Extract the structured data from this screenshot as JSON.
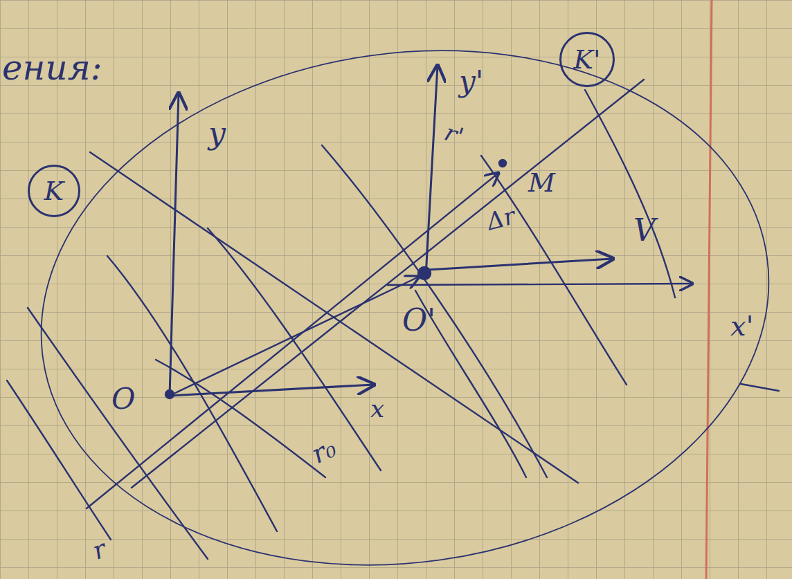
{
  "diagram": {
    "nodes": [
      {
        "text": [
          "K"
        ]
      },
      {
        "text": [
          "K'"
        ]
      }
    ],
    "labels": [
      "ения:",
      "y",
      "O",
      "x",
      "r",
      "r₀",
      "y'",
      "O'",
      "x'",
      "r'",
      "M",
      "Δr",
      "V"
    ]
  }
}
